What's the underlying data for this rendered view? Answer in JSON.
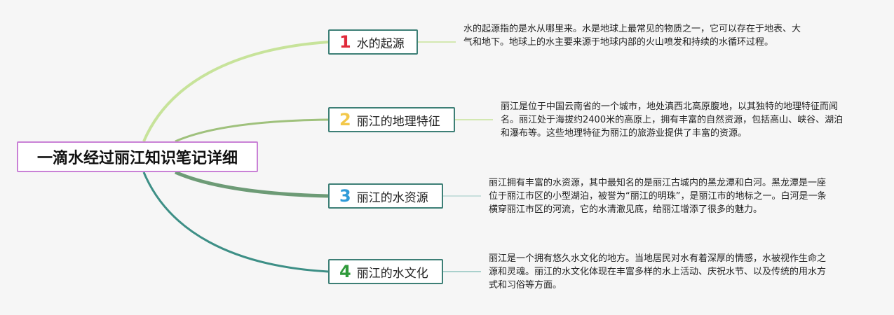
{
  "title": "一滴水经过丽江知识笔记详细",
  "colors": {
    "root_border": "#c981d6",
    "topic_border": "#3d7f76",
    "num1": "#e02a3a",
    "num2": "#f3c84a",
    "num3": "#2f9bd8",
    "num4": "#2f9a3b",
    "branch1": "#c7e39a",
    "branch2": "#9fc17c",
    "branch3": "#6d9b76",
    "branch4": "#3d8f86"
  },
  "topics": [
    {
      "number": "1",
      "label": "水的起源",
      "description": "水的起源指的是水从哪里来。水是地球上最常见的物质之一，它可以存在于地表、大气和地下。地球上的水主要来源于地球内部的火山喷发和持续的水循环过程。"
    },
    {
      "number": "2",
      "label": "丽江的地理特征",
      "description": "丽江是位于中国云南省的一个城市，地处滇西北高原腹地，以其独特的地理特征而闻名。丽江处于海拔约2400米的高原上，拥有丰富的自然资源，包括高山、峡谷、湖泊和瀑布等。这些地理特征为丽江的旅游业提供了丰富的资源。"
    },
    {
      "number": "3",
      "label": "丽江的水资源",
      "description": "丽江拥有丰富的水资源，其中最知名的是丽江古城内的黑龙潭和白河。黑龙潭是一座位于丽江市区的小型湖泊，被誉为“丽江的明珠”，是丽江市的地标之一。白河是一条横穿丽江市区的河流，它的水清澈见底，给丽江增添了很多的魅力。"
    },
    {
      "number": "4",
      "label": "丽江的水文化",
      "description": "丽江是一个拥有悠久水文化的地方。当地居民对水有着深厚的情感，水被视作生命之源和灵魂。丽江的水文化体现在丰富多样的水上活动、庆祝水节、以及传统的用水方式和习俗等方面。"
    }
  ]
}
